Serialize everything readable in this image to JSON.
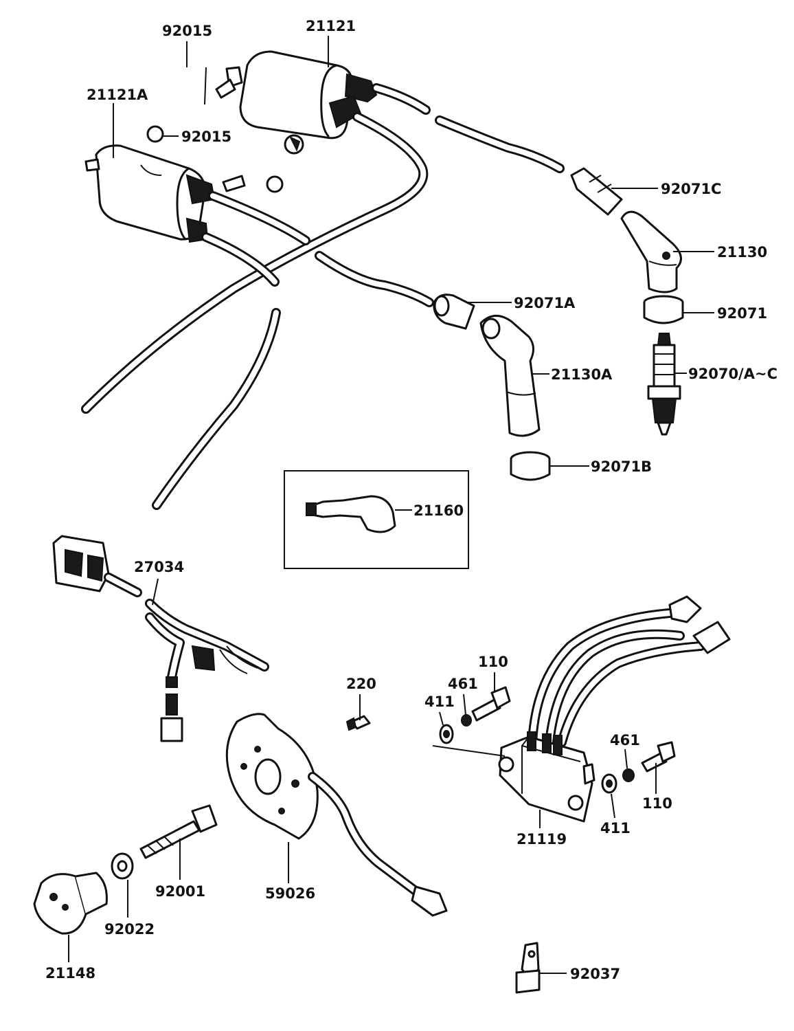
{
  "diagram": {
    "labels": {
      "l_92015_top": "92015",
      "l_21121": "21121",
      "l_21121A": "21121A",
      "l_92015_mid": "92015",
      "l_92071C": "92071C",
      "l_21130": "21130",
      "l_92071": "92071",
      "l_92070": "92070/A~C",
      "l_92071A": "92071A",
      "l_21130A": "21130A",
      "l_92071B": "92071B",
      "l_21160": "21160",
      "l_27034": "27034",
      "l_220": "220",
      "l_110_a": "110",
      "l_461_a": "461",
      "l_411_a": "411",
      "l_461_b": "461",
      "l_110_b": "110",
      "l_411_b": "411",
      "l_21119": "21119",
      "l_92001": "92001",
      "l_59026": "59026",
      "l_92022": "92022",
      "l_21148": "21148",
      "l_92037": "92037"
    }
  }
}
